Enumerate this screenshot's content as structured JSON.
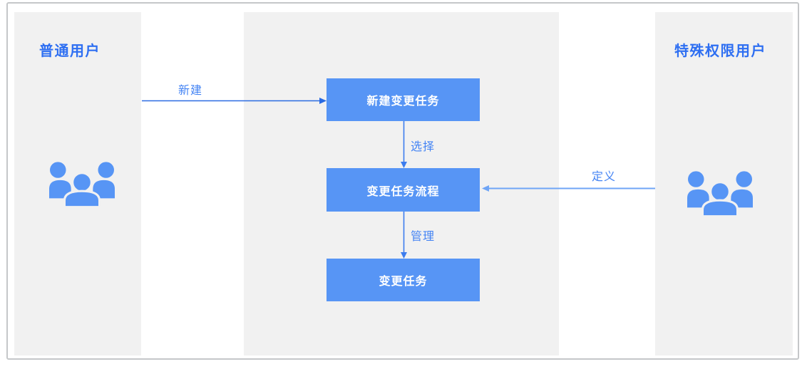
{
  "lanes": {
    "left": {
      "title": "普通用户",
      "icon": "users-group-icon"
    },
    "middle": {
      "title": ""
    },
    "right": {
      "title": "特殊权限用户",
      "icon": "users-group-icon"
    }
  },
  "nodes": [
    {
      "id": "create-change-task",
      "label": "新建变更任务"
    },
    {
      "id": "change-task-flow",
      "label": "变更任务流程"
    },
    {
      "id": "change-task",
      "label": "变更任务"
    }
  ],
  "edges": [
    {
      "id": "create",
      "label": "新建",
      "from": "ordinary-user",
      "to": "create-change-task"
    },
    {
      "id": "select",
      "label": "选择",
      "from": "create-change-task",
      "to": "change-task-flow"
    },
    {
      "id": "manage",
      "label": "管理",
      "from": "change-task-flow",
      "to": "change-task"
    },
    {
      "id": "define",
      "label": "定义",
      "from": "special-permission-user",
      "to": "change-task-flow"
    }
  ],
  "colors": {
    "node_fill": "#5795f5",
    "node_text": "#ffffff",
    "lane_background": "#f1f1f1",
    "lane_title_text": "#2e6ff2",
    "edge_label_text": "#4484f4",
    "arrow_strong_blue": "#2a6be2",
    "arrow_medium_blue": "#3c7cee",
    "arrow_light_blue": "#6fa5f6",
    "icon_blue": "#5795f5",
    "frame_border": "#c5c7c9"
  }
}
